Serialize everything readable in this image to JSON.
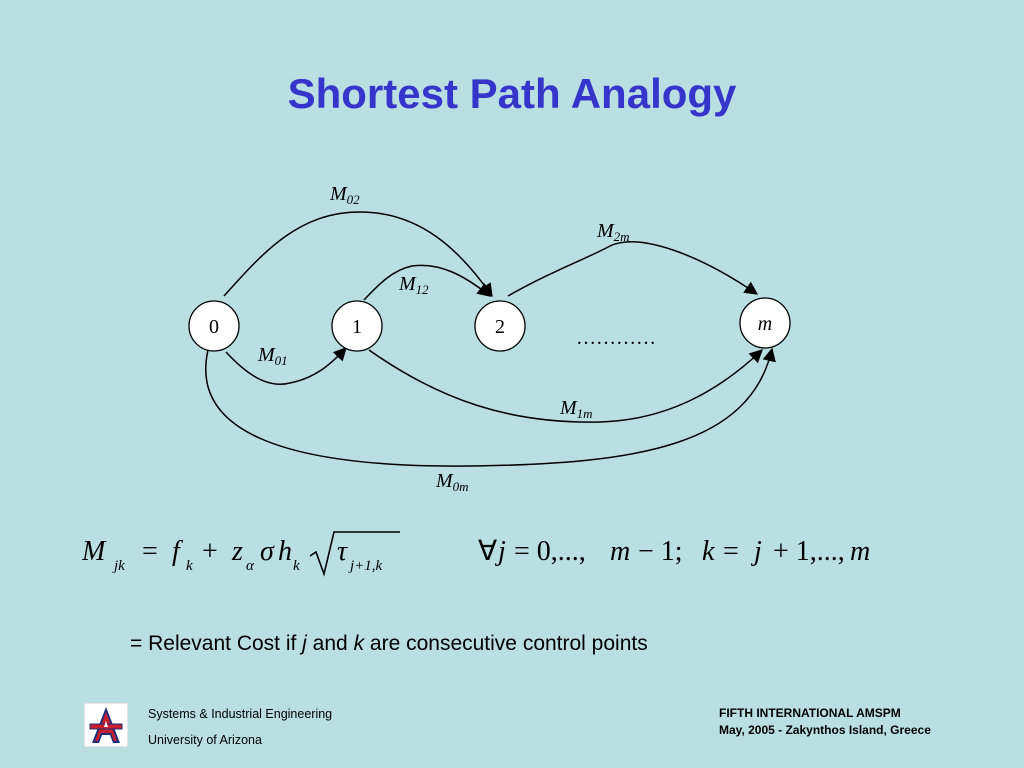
{
  "slide": {
    "title": "Shortest Path Analogy"
  },
  "diagram": {
    "nodes": [
      {
        "id": "0",
        "label": "0"
      },
      {
        "id": "1",
        "label": "1"
      },
      {
        "id": "2",
        "label": "2"
      },
      {
        "id": "m",
        "label": "m"
      }
    ],
    "ellipsis": "…………",
    "edges": [
      {
        "from": "0",
        "to": "2",
        "label_main": "M",
        "label_sub": "02"
      },
      {
        "from": "0",
        "to": "1",
        "label_main": "M",
        "label_sub": "01"
      },
      {
        "from": "1",
        "to": "2",
        "label_main": "M",
        "label_sub": "12"
      },
      {
        "from": "2",
        "to": "m",
        "label_main": "M",
        "label_sub": "2m"
      },
      {
        "from": "1",
        "to": "m",
        "label_main": "M",
        "label_sub": "1m"
      },
      {
        "from": "0",
        "to": "m",
        "label_main": "M",
        "label_sub": "0m"
      }
    ]
  },
  "formula": {
    "lhs_main": "M",
    "lhs_sub": "jk",
    "eq": "=",
    "f": "f",
    "f_sub": "k",
    "plus1": "+",
    "z": "z",
    "z_sub": "α",
    "sigma": "σ",
    "h": "h",
    "h_sub": "k",
    "tau": "τ",
    "tau_sub": "j+1,k",
    "condition_forall": "∀",
    "condition_j": "j",
    "condition_rest1": "= 0,..., ",
    "condition_m": "m",
    "condition_rest2": " − 1;",
    "condition_k": "k",
    "condition_eq": " = ",
    "condition_j2": "j",
    "condition_rest3": " + 1,..., ",
    "condition_m2": "m"
  },
  "legend": {
    "prefix": "= Relevant Cost if ",
    "var_j": "j",
    "and": " and ",
    "var_k": "k",
    "suffix": " are consecutive control points"
  },
  "footer": {
    "dept": "Systems & Industrial Engineering",
    "university": "University of Arizona",
    "conference": "FIFTH INTERNATIONAL  AMSPM",
    "date_place": "May, 2005 - Zakynthos Island, Greece",
    "logo_letter": "A"
  },
  "colors": {
    "background": "#b9dfe3",
    "title": "#3535cc",
    "logo_red": "#cc1f2d",
    "logo_blue": "#1b2f7a"
  }
}
